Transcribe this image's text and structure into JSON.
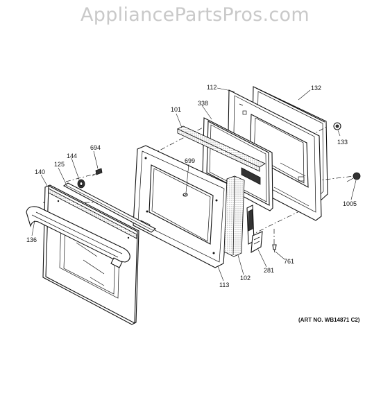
{
  "watermark": "AppliancePartsPros.com",
  "art_number": "(ART NO. WB14871 C2)",
  "parts": {
    "p112": "112",
    "p132": "132",
    "p338": "338",
    "p101": "101",
    "p133": "133",
    "p694": "694",
    "p144": "144",
    "p125": "125",
    "p140": "140",
    "p699": "699",
    "p1005": "1005",
    "p136": "136",
    "p761": "761",
    "p281": "281",
    "p102": "102",
    "p113": "113"
  },
  "colors": {
    "line": "#111111",
    "watermark": "#c9c9c9",
    "background": "#ffffff"
  }
}
